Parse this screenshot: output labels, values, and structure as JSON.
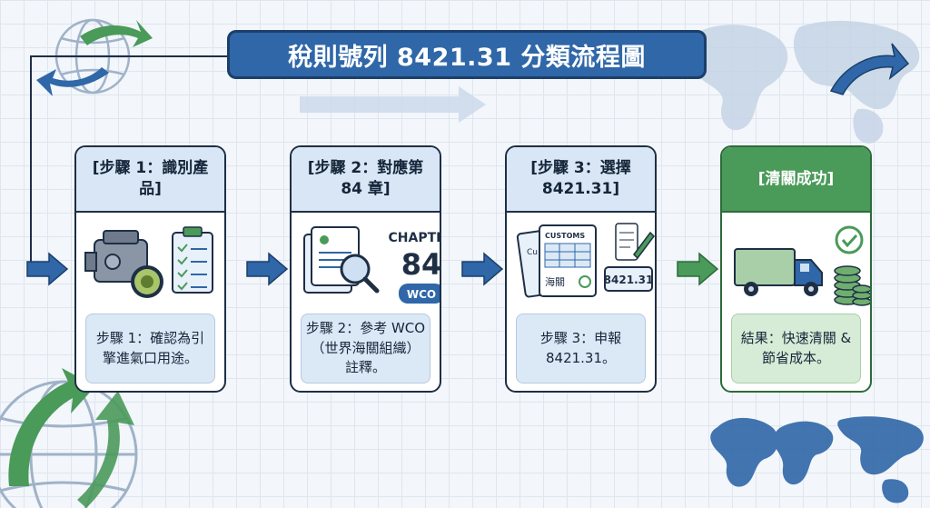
{
  "title": "稅則號列 8421.31 分類流程圖",
  "steps": [
    {
      "header": "[步驟 1：識別產品]",
      "caption": "步驟 1：確認為引擎進氣口用途。"
    },
    {
      "header": "[步驟 2：對應第 84 章]",
      "caption": "步驟 2：參考 WCO（世界海關組織）註釋。",
      "chapter_label": "CHAPTER",
      "chapter_number": "84",
      "badge": "WCO"
    },
    {
      "header": "[步驟 3：選擇 8421.31]",
      "caption": "步驟 3：申報 8421.31。",
      "form_title": "CUSTOMS",
      "form_stamp": "海關",
      "form_side": "Cu",
      "code_tag": "8421.31"
    },
    {
      "header": "[清關成功]",
      "caption": "結果：快速清關 & 節省成本。"
    }
  ],
  "colors": {
    "primary": "#2f67a8",
    "success": "#4a9a5a",
    "panel": "#d8e6f5",
    "outline": "#1e2f45"
  },
  "icons": [
    "globe-icon",
    "engine-icon",
    "air-filter-icon",
    "checklist-icon",
    "document-icon",
    "magnifier-icon",
    "customs-form-icon",
    "pen-icon",
    "truck-icon",
    "coins-icon",
    "check-circle-icon",
    "world-map-icon"
  ]
}
